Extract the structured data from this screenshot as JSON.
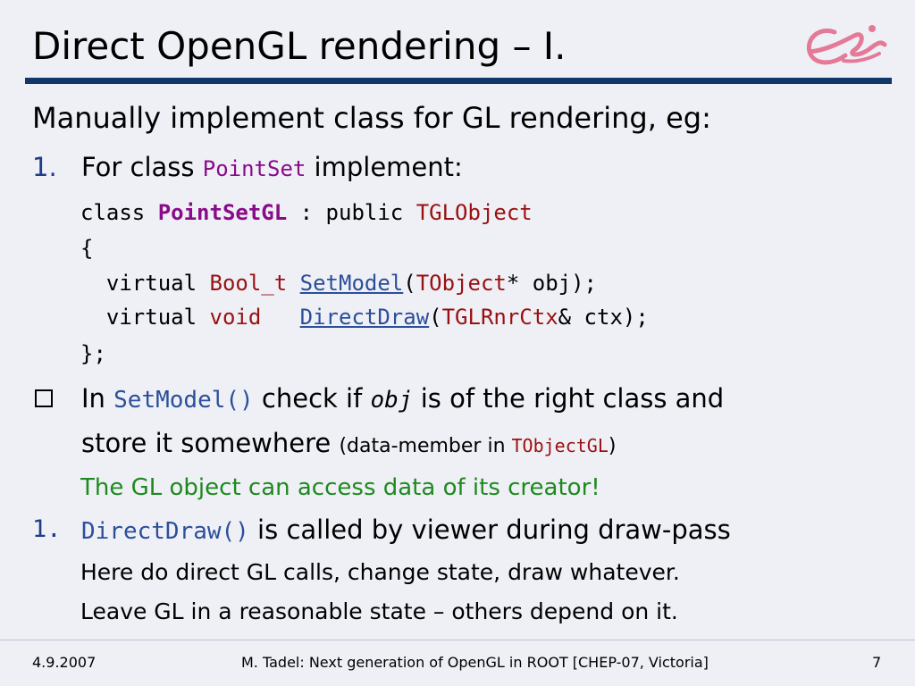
{
  "slide": {
    "title": "Direct OpenGL rendering – I.",
    "intro": "Manually implement class for GL rendering, eg:"
  },
  "item1": {
    "number": "1.",
    "text_before": "For class ",
    "class_name": "PointSet",
    "text_after": " implement:"
  },
  "code": {
    "line1": {
      "kw": "class ",
      "name": "PointSetGL",
      "mid": " : public ",
      "base": "TGLObject"
    },
    "line2": "{",
    "line3": {
      "kw": "  virtual ",
      "ret": "Bool_t",
      "sp": " ",
      "fn": "SetModel",
      "open": "(",
      "type": "TObject",
      "rest": "* obj);"
    },
    "line4": {
      "kw": "  virtual ",
      "ret": "void",
      "sp": "   ",
      "fn": "DirectDraw",
      "open": "(",
      "type": "TGLRnrCtx",
      "rest": "& ctx);"
    },
    "line5": "};"
  },
  "bullet": {
    "t1": "In ",
    "fn": "SetModel()",
    "t2": " check if ",
    "obj": "obj",
    "t3": " is of the right class and",
    "t4": "store it somewhere ",
    "paren_open": "(data-member in ",
    "member_type": "TObjectGL",
    "paren_close": ")",
    "note": "The GL object can access data of its creator!"
  },
  "item2": {
    "number": "1.",
    "fn": "DirectDraw()",
    "text": " is called by viewer during draw-pass",
    "sub1": "Here do direct GL calls, change state, draw whatever.",
    "sub2": "Leave GL in a reasonable state – others depend on it."
  },
  "footer": {
    "date": "4.9.2007",
    "center": "M. Tadel: Next generation of OpenGL in ROOT [CHEP-07, Victoria]",
    "page": "7"
  },
  "colors": {
    "title_rule": "#10376a",
    "background": "#eef0f6",
    "logo": "#e47a98",
    "code_type": "#9a1010",
    "class_name": "#8a0b8a",
    "function": "#2c4f9a",
    "note": "#1e8a1e"
  }
}
